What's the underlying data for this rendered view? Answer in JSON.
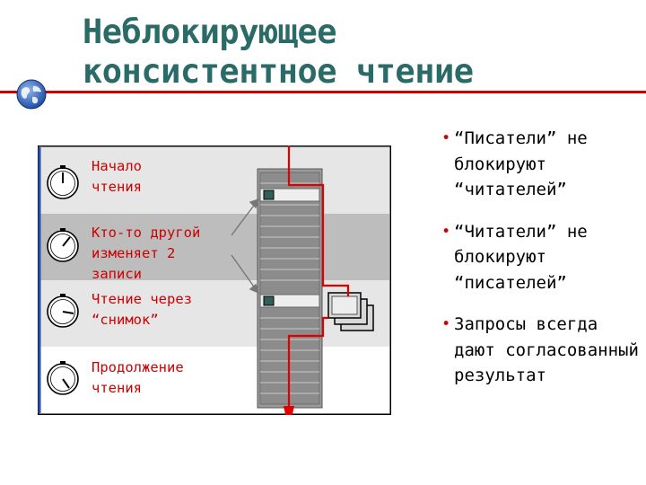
{
  "slide": {
    "title_lines": [
      "Неблокирующее",
      "консистентное чтение"
    ],
    "accent_color": "#cc0000",
    "title_color": "#2a6b67"
  },
  "diagram": {
    "steps": [
      {
        "label": "Начало\nчтения",
        "clock_icon": "clock-icon"
      },
      {
        "label": "Кто-то другой\nизменяет 2\nзаписи",
        "clock_icon": "clock-icon"
      },
      {
        "label": "Чтение через\n“снимок”",
        "clock_icon": "clock-icon"
      },
      {
        "label": "Продолжение\nчтения",
        "clock_icon": "clock-icon"
      }
    ]
  },
  "bullets": [
    "“Писатели” не блокируют “читателей”",
    "“Читатели” не блокируют “писателей”",
    "Запросы всегда дают согласованный результат"
  ]
}
